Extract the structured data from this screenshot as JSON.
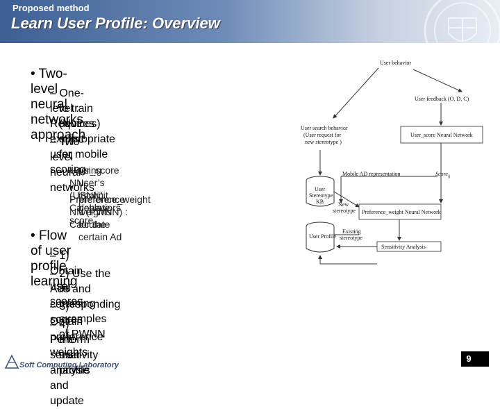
{
  "header": {
    "kicker": "Proposed method",
    "title": "Learn User Profile: Overview"
  },
  "bullets": {
    "b1": "Two-level neural networks approach",
    "b1_1": "One-level : Requires explicit user scoring",
    "b1_1b": "to train (Not appropriate for mobile",
    "b1_1c": "devices)",
    "b1_2": "Two-level neural networks",
    "b1_2_1a": "User_score NN (USNN) : Calculate score",
    "b1_2_1b": "using user’s implicit behaviors",
    "b1_2_2a": "Preference_weight NN (PWNN) : Calculate",
    "b1_2_2b": "preference weights for the certain Ad",
    "b2": "Flow of user profile learning",
    "b2_1": "1) Obtain user scores",
    "b2_2a": "2) Use the Ads and corresponding scores",
    "b2_2b": "as training examples of PWNN",
    "b2_3": "3) Obtain preference weights",
    "b2_4a": "4) Perform sensitivity analysis and update",
    "b2_4b": "the user profile"
  },
  "diagram": {
    "user_behavior": "User behavior",
    "user_feedback": "User feedback (O, D, C)",
    "user_search_behavior_1": "User search behavior",
    "user_search_behavior_2": "(User request for",
    "user_search_behavior_3": "new stereotype )",
    "usnn": "User_score Neural Network",
    "mobile_ad": "Mobile AD representation",
    "score": "Score",
    "score_sub": "ij",
    "user_stereotype_1": "User",
    "user_stereotype_2": "Stereotype",
    "user_stereotype_3": "KB",
    "new_stereotype_1": "New",
    "new_stereotype_2": "stereotype",
    "pwnn": "Preference_weight Neural Network",
    "user_profile": "User Profile",
    "existing_stereotype_1": "Existing",
    "existing_stereotype_2": "stereotype",
    "sensitivity": "Sensitivity Analysis"
  },
  "footer": {
    "lab": "Soft Computing Laboratory",
    "page": "9"
  }
}
